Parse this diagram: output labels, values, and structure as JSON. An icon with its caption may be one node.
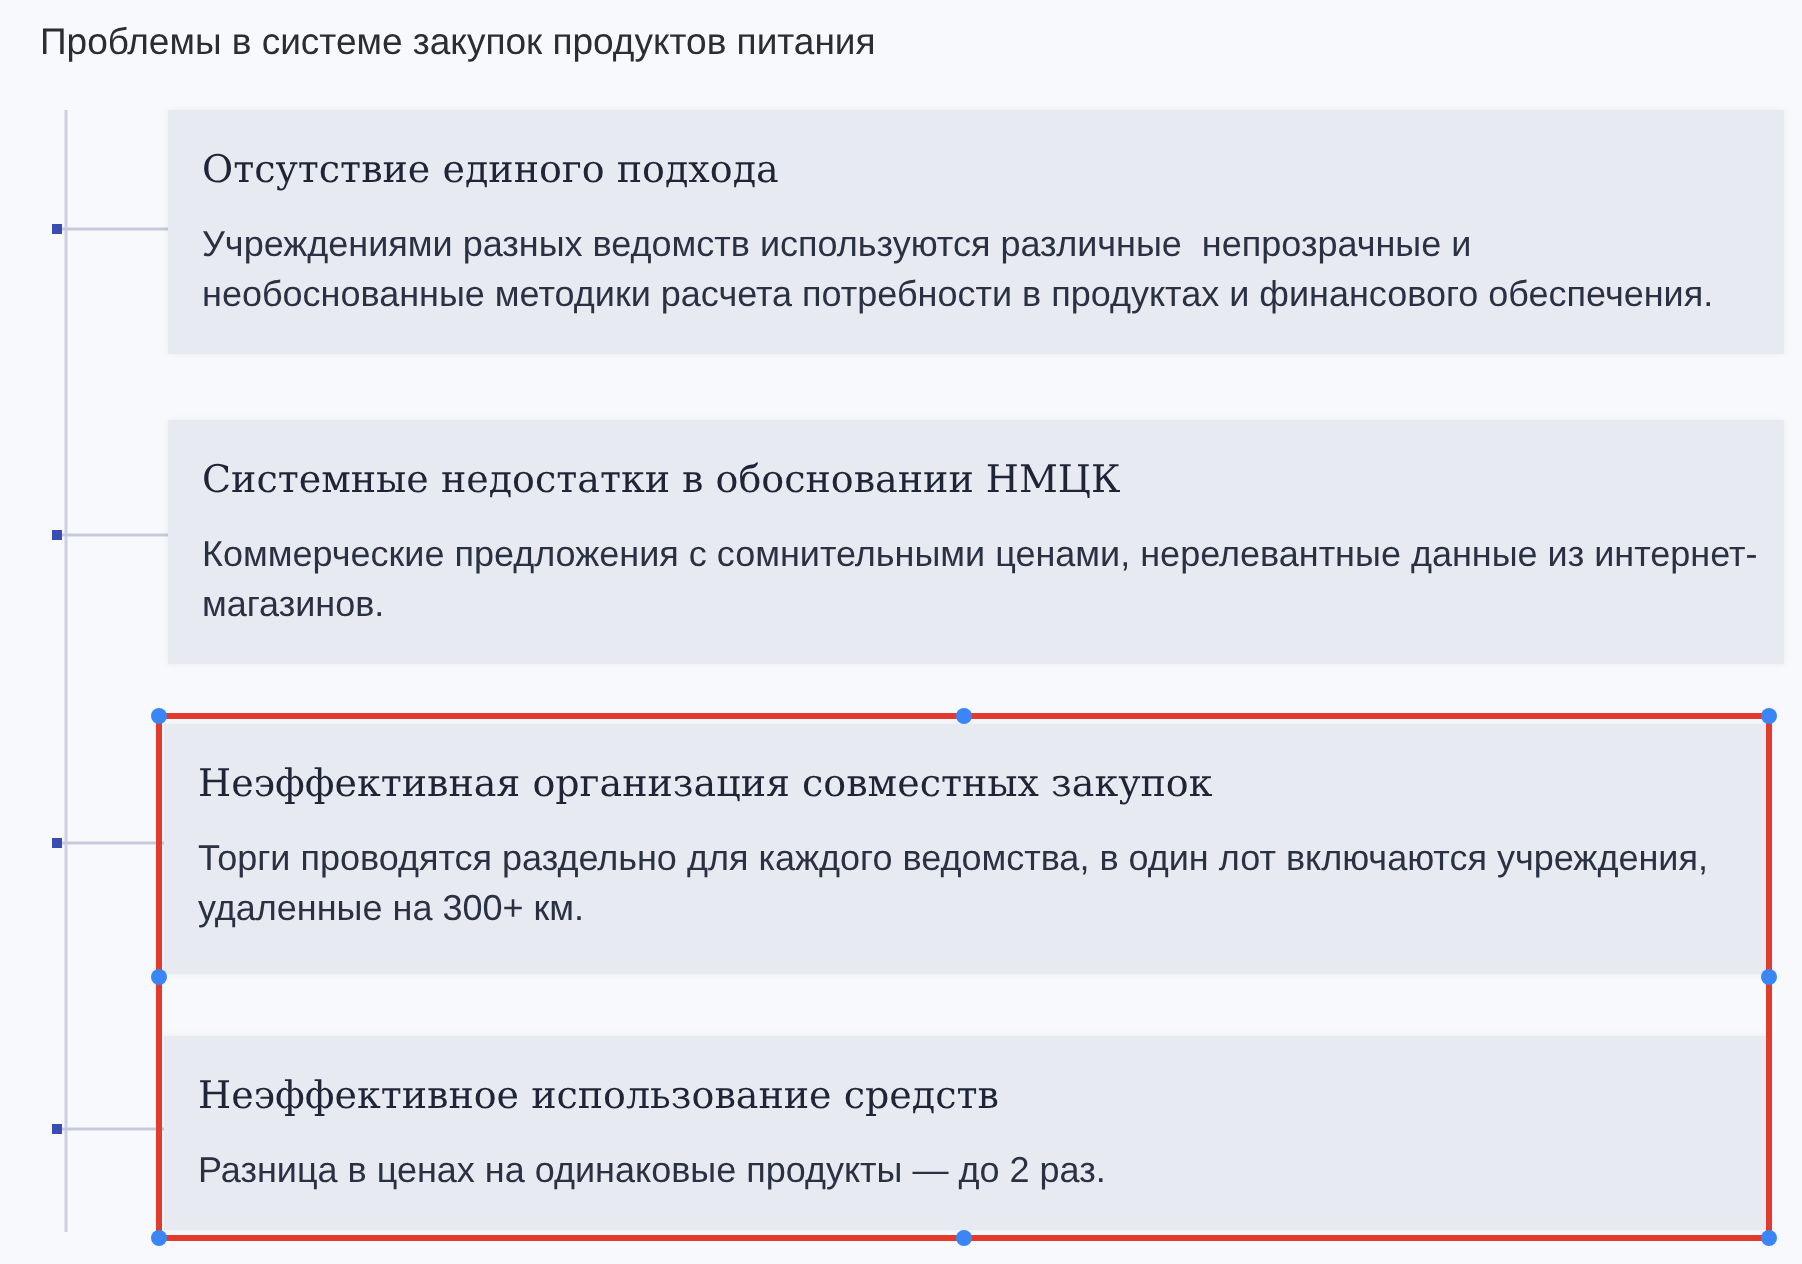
{
  "diagram": {
    "title": "Проблемы в системе закупок продуктов питания",
    "nodes": [
      {
        "text": [],
        "shape": "box"
      },
      {
        "text": [
          "Отсутствие единого подхода",
          "Учреждениями разных ведомств используются различные  непрозрачные и необоснованные методики расчета потребности в продуктах и финансового обеспечения."
        ]
      },
      {
        "text": [],
        "shape": "box"
      },
      {
        "text": [
          "Системные недостатки в обосновании НМЦК",
          "Коммерческие предложения с сомнительными ценами, нерелевантные данные из интернет-магазинов."
        ]
      },
      {
        "text": [],
        "shape": "box"
      },
      {
        "text": [
          "Неэффективная организация совместных закупок",
          "Торги проводятся раздельно для каждого ведомства, в один лот включаются учреждения, удаленные на 300+ км."
        ]
      },
      {
        "text": [],
        "shape": "box"
      },
      {
        "text": [
          "Неэффективное использование средств",
          "Разница в ценах на одинаковые продукты — до 2 раз."
        ]
      }
    ],
    "edges": [
      {
        "from": 0,
        "to": 1,
        "arrow": "none"
      },
      {
        "from": 2,
        "to": 3,
        "arrow": "none"
      },
      {
        "from": 4,
        "to": 5,
        "arrow": "none"
      },
      {
        "from": 6,
        "to": 7,
        "arrow": "none"
      }
    ]
  }
}
